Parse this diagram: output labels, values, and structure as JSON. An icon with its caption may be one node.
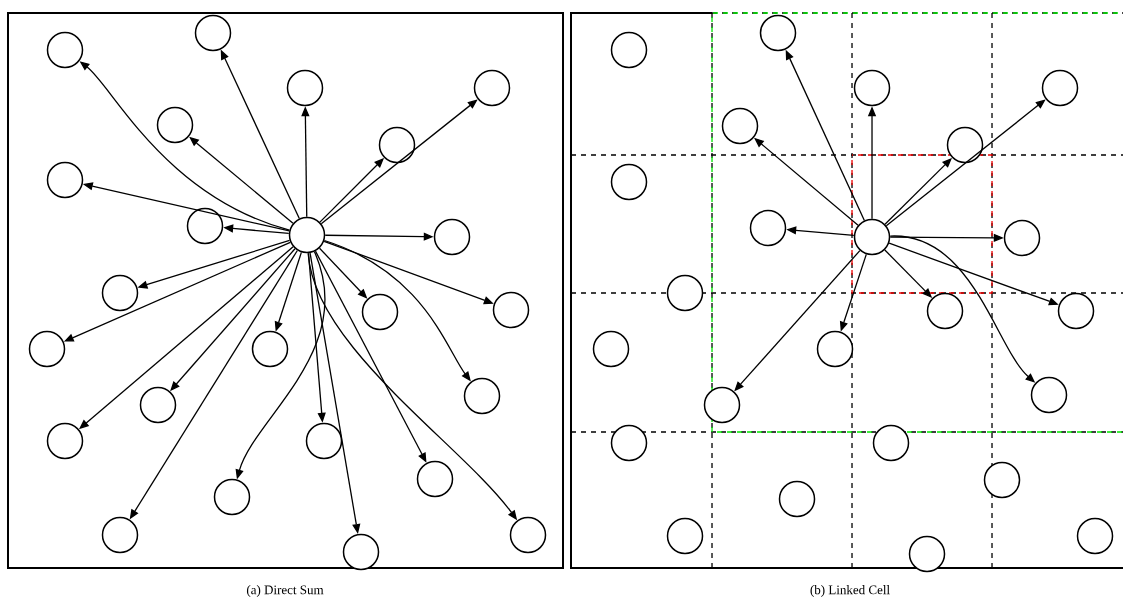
{
  "diagram": {
    "nodes": [
      {
        "text": [],
        "shape": "box"
      },
      {
        "text": [],
        "shape": "circle",
        "in": 0
      },
      {
        "text": [],
        "shape": "circle",
        "in": 0
      },
      {
        "text": [],
        "shape": "circle",
        "in": 0
      },
      {
        "text": [],
        "shape": "circle",
        "in": 0
      },
      {
        "text": [],
        "shape": "circle",
        "in": 0
      },
      {
        "text": [],
        "shape": "circle",
        "in": 0
      },
      {
        "text": [],
        "shape": "circle",
        "in": 0
      },
      {
        "text": [],
        "shape": "circle",
        "in": 0
      },
      {
        "text": [],
        "shape": "circle",
        "in": 0
      },
      {
        "text": [],
        "shape": "circle",
        "in": 0
      },
      {
        "text": [],
        "shape": "circle",
        "in": 0
      },
      {
        "text": [],
        "shape": "circle",
        "in": 0
      },
      {
        "text": [],
        "shape": "circle",
        "in": 0
      },
      {
        "text": [],
        "shape": "circle",
        "in": 0
      },
      {
        "text": [],
        "shape": "circle",
        "in": 0
      },
      {
        "text": [],
        "shape": "circle",
        "in": 0
      },
      {
        "text": [],
        "shape": "circle",
        "in": 0
      },
      {
        "text": [],
        "shape": "circle",
        "in": 0
      },
      {
        "text": [],
        "shape": "circle",
        "in": 0
      },
      {
        "text": [],
        "shape": "circle",
        "in": 0
      },
      {
        "text": [],
        "shape": "circle",
        "in": 0
      },
      {
        "text": [],
        "shape": "circle",
        "in": 0
      },
      {
        "text": [],
        "shape": "circle",
        "in": 0
      },
      {
        "text": [],
        "shape": "circle",
        "in": 0
      },
      {
        "text": [],
        "shape": "box"
      },
      {
        "text": [],
        "shape": "circle",
        "in": 25
      },
      {
        "text": [],
        "shape": "circle",
        "in": 25
      },
      {
        "text": [],
        "shape": "circle",
        "in": 25
      },
      {
        "text": [],
        "shape": "circle",
        "in": 25
      },
      {
        "text": [],
        "shape": "circle",
        "in": 25
      },
      {
        "text": [],
        "shape": "circle",
        "in": 25
      },
      {
        "text": [],
        "shape": "circle",
        "in": 25
      },
      {
        "text": [],
        "shape": "circle",
        "in": 25
      },
      {
        "text": [],
        "shape": "circle",
        "in": 25
      },
      {
        "text": [],
        "shape": "circle",
        "in": 25
      },
      {
        "text": [],
        "shape": "circle",
        "in": 25
      },
      {
        "text": [],
        "shape": "circle",
        "in": 25
      },
      {
        "text": [],
        "shape": "circle",
        "in": 25
      },
      {
        "text": [],
        "shape": "circle",
        "in": 25
      },
      {
        "text": [],
        "shape": "circle",
        "in": 25
      },
      {
        "text": [],
        "shape": "circle",
        "in": 25
      },
      {
        "text": [],
        "shape": "circle",
        "in": 25
      },
      {
        "text": [],
        "shape": "circle",
        "in": 25
      },
      {
        "text": [],
        "shape": "circle",
        "in": 25
      },
      {
        "text": [],
        "shape": "circle",
        "in": 25
      },
      {
        "text": [],
        "shape": "circle",
        "in": 25
      },
      {
        "text": [],
        "shape": "circle",
        "in": 25
      },
      {
        "text": [],
        "shape": "circle",
        "in": 25
      },
      {
        "text": [],
        "shape": "circle",
        "in": 25
      }
    ],
    "edges": [
      {
        "from": 1,
        "to": 2,
        "arrow": "to"
      },
      {
        "from": 1,
        "to": 3,
        "arrow": "to"
      },
      {
        "from": 1,
        "to": 4,
        "arrow": "to"
      },
      {
        "from": 1,
        "to": 5,
        "arrow": "to"
      },
      {
        "from": 1,
        "to": 6,
        "arrow": "to"
      },
      {
        "from": 1,
        "to": 7,
        "arrow": "to"
      },
      {
        "from": 1,
        "to": 8,
        "arrow": "to"
      },
      {
        "from": 1,
        "to": 9,
        "arrow": "to"
      },
      {
        "from": 1,
        "to": 10,
        "arrow": "to"
      },
      {
        "from": 1,
        "to": 11,
        "arrow": "to"
      },
      {
        "from": 1,
        "to": 12,
        "arrow": "to"
      },
      {
        "from": 1,
        "to": 13,
        "arrow": "to"
      },
      {
        "from": 1,
        "to": 14,
        "arrow": "to"
      },
      {
        "from": 1,
        "to": 15,
        "arrow": "to"
      },
      {
        "from": 1,
        "to": 16,
        "arrow": "to"
      },
      {
        "from": 1,
        "to": 17,
        "arrow": "to"
      },
      {
        "from": 1,
        "to": 18,
        "arrow": "to"
      },
      {
        "from": 1,
        "to": 19,
        "arrow": "to"
      },
      {
        "from": 1,
        "to": 20,
        "arrow": "to"
      },
      {
        "from": 1,
        "to": 21,
        "arrow": "to"
      },
      {
        "from": 1,
        "to": 22,
        "arrow": "to"
      },
      {
        "from": 1,
        "to": 23,
        "arrow": "to"
      },
      {
        "from": 1,
        "to": 24,
        "arrow": "to"
      },
      {
        "from": 26,
        "to": 28,
        "arrow": "to"
      },
      {
        "from": 26,
        "to": 29,
        "arrow": "to"
      },
      {
        "from": 26,
        "to": 30,
        "arrow": "to"
      },
      {
        "from": 26,
        "to": 31,
        "arrow": "to"
      },
      {
        "from": 26,
        "to": 32,
        "arrow": "to"
      },
      {
        "from": 26,
        "to": 34,
        "arrow": "to"
      },
      {
        "from": 26,
        "to": 35,
        "arrow": "to"
      },
      {
        "from": 26,
        "to": 37,
        "arrow": "to"
      },
      {
        "from": 26,
        "to": 38,
        "arrow": "to"
      },
      {
        "from": 26,
        "to": 40,
        "arrow": "to"
      },
      {
        "from": 26,
        "to": 41,
        "arrow": "to"
      },
      {
        "from": 26,
        "to": 42,
        "arrow": "to"
      }
    ],
    "labels": [
      "(a) Direct Sum",
      "(b) Linked Cell"
    ]
  }
}
